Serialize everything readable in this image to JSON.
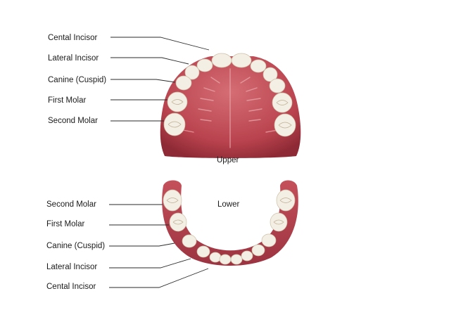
{
  "upper": {
    "title": "Upper",
    "labels": [
      "Cental Incisor",
      "Lateral Incisor",
      "Canine (Cuspid)",
      "First Molar",
      "Second Molar"
    ]
  },
  "lower": {
    "title": "Lower",
    "labels": [
      "Second Molar",
      "First Molar",
      "Canine (Cuspid)",
      "Lateral Incisor",
      "Cental Incisor"
    ]
  },
  "colors": {
    "gum": "#b8444f",
    "gum_dark": "#8e2a35",
    "palate": "#c65a63",
    "tooth": "#f4efe4"
  }
}
